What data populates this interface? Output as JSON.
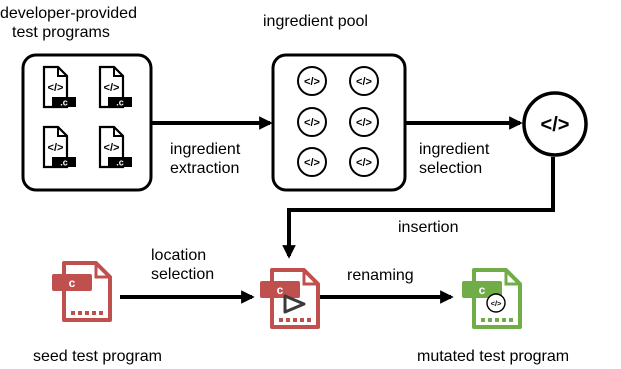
{
  "labels": {
    "developer_line1": "developer-provided",
    "developer_line2": "test programs",
    "ingredient_pool": "ingredient pool",
    "extraction_line1": "ingredient",
    "extraction_line2": "extraction",
    "selection_line1": "ingredient",
    "selection_line2": "selection",
    "insertion": "insertion",
    "location_line1": "location",
    "location_line2": "selection",
    "renaming": "renaming",
    "seed": "seed test program",
    "mutated": "mutated test program"
  },
  "file_tag": "c",
  "file_ext": ".c",
  "code_glyph": "</>",
  "colors": {
    "seed_red": "#c0504d",
    "mutated_green": "#70ad47",
    "ink": "#000000"
  },
  "icons": [
    "file-c-icon",
    "code-icon",
    "play-triangle-icon",
    "arrow-icon"
  ]
}
